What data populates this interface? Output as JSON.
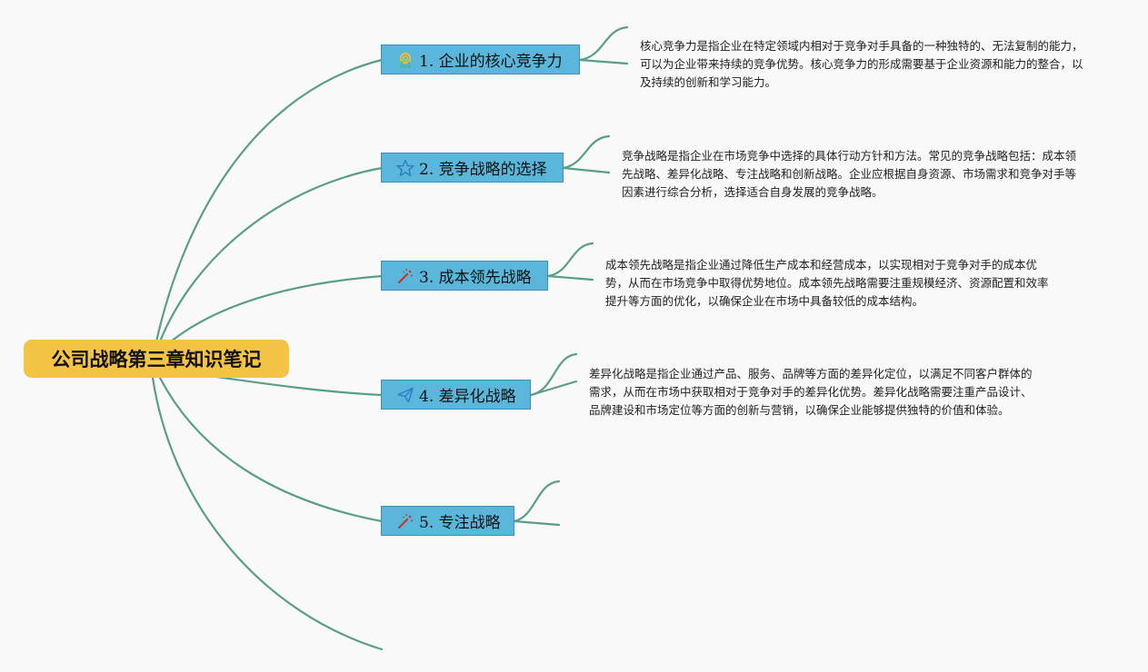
{
  "root": {
    "title": "公司战略第三章知识笔记"
  },
  "topics": [
    {
      "label": "1. 企业的核心竞争力",
      "icon": "award-ribbon-icon",
      "note": "核心竞争力是指企业在特定领域内相对于竞争对手具备的一种独特的、无法复制的能力，可以为企业带来持续的竞争优势。核心竞争力的形成需要基于企业资源和能力的整合，以及持续的创新和学习能力。"
    },
    {
      "label": "2. 竞争战略的选择",
      "icon": "star-outline-icon",
      "note": "竞争战略是指企业在市场竞争中选择的具体行动方针和方法。常见的竞争战略包括：成本领先战略、差异化战略、专注战略和创新战略。企业应根据自身资源、市场需求和竞争对手等因素进行综合分析，选择适合自身发展的竞争战略。"
    },
    {
      "label": "3. 成本领先战略",
      "icon": "magic-wand-icon",
      "note": "成本领先战略是指企业通过降低生产成本和经营成本，以实现相对于竞争对手的成本优势，从而在市场竞争中取得优势地位。成本领先战略需要注重规模经济、资源配置和效率提升等方面的优化，以确保企业在市场中具备较低的成本结构。"
    },
    {
      "label": "4. 差异化战略",
      "icon": "paper-plane-icon",
      "note": "差异化战略是指企业通过产品、服务、品牌等方面的差异化定位，以满足不同客户群体的需求，从而在市场中获取相对于竞争对手的差异化优势。差异化战略需要注重产品设计、品牌建设和市场定位等方面的创新与营销，以确保企业能够提供独特的价值和体验。"
    },
    {
      "label": "5. 专注战略",
      "icon": "magic-wand-icon",
      "note": ""
    }
  ],
  "colors": {
    "link": "#5a9e85",
    "root": "#f5c445",
    "topic": "#5ab6da",
    "topic_border": "#3d8fb4"
  }
}
